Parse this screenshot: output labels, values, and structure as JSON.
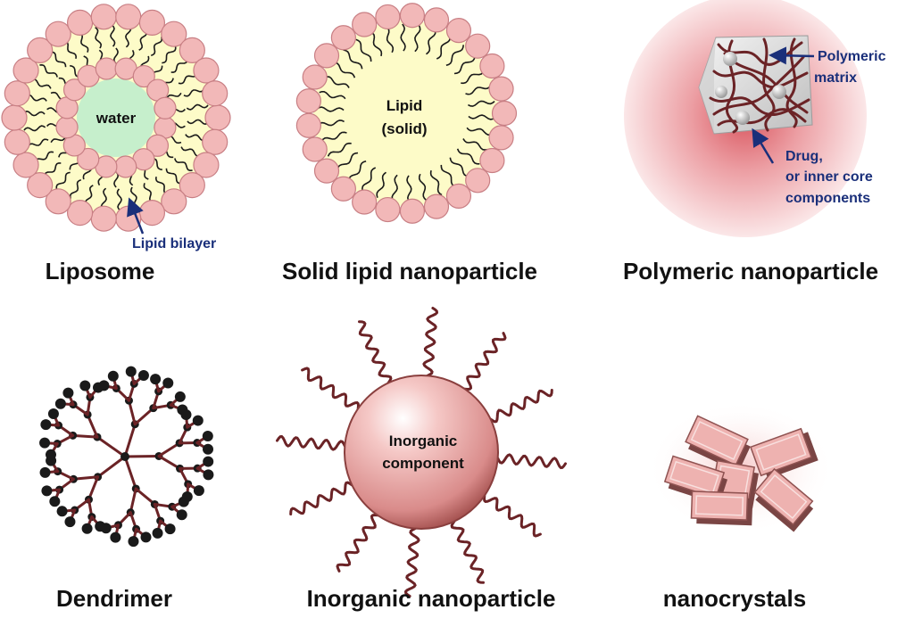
{
  "colors": {
    "head_fill": "#f2b8b8",
    "head_stroke": "#c87f84",
    "core_yellow": "#fdfbc8",
    "water_green": "#c6efcc",
    "tail": "#1a1a1a",
    "strand": "#6b2326",
    "node": "#1a1a1a",
    "annotation": "#1a2f7a",
    "crystal": "#eeb2b0"
  },
  "panels": {
    "liposome": {
      "caption": "Liposome",
      "core_label": "water",
      "annotation": "Lipid bilayer"
    },
    "solid_lipid": {
      "caption": "Solid lipid nanoparticle",
      "core_label_1": "Lipid",
      "core_label_2": "(solid)"
    },
    "polymeric": {
      "caption": "Polymeric nanoparticle",
      "matrix_label_1": "Polymeric",
      "matrix_label_2": "matrix",
      "drug_label_1": "Drug,",
      "drug_label_2": "or inner core",
      "drug_label_3": "components"
    },
    "dendrimer": {
      "caption": "Dendrimer"
    },
    "inorganic": {
      "caption": "Inorganic nanoparticle",
      "core_label_1": "Inorganic",
      "core_label_2": "component"
    },
    "nanocrystals": {
      "caption": "nanocrystals"
    }
  }
}
